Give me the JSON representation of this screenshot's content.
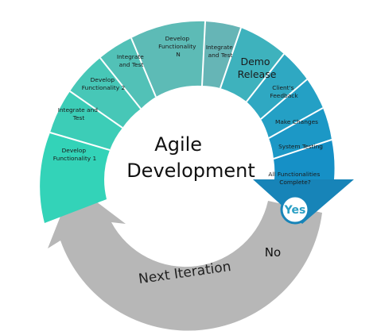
{
  "center_title": [
    "Agile",
    "Development"
  ],
  "colors": {
    "teal_1": "#33d3b8",
    "teal_2": "#3ccdb7",
    "teal_3": "#47c7b7",
    "teal_4": "#52c1b7",
    "teal_5": "#5dbbb6",
    "teal_6": "#66b5b6",
    "teal_7": "#3eb2bd",
    "teal_8": "#2fa8c2",
    "teal_9": "#24a0c5",
    "teal_10": "#1c98c6",
    "teal_11": "#1690c6",
    "arrow_head": "#1784b8",
    "gray_arrow": "#b7b7b7",
    "yes_circle": "#ffffff"
  },
  "segments": [
    {
      "label": [
        "Develop",
        "Functionality 1"
      ]
    },
    {
      "label": [
        "Integrate and",
        "Test"
      ]
    },
    {
      "label": [
        "Develop",
        "Functionality 2"
      ]
    },
    {
      "label": [
        "Integrate",
        "and Test"
      ]
    },
    {
      "label": [
        "Develop",
        "Functionality",
        "N"
      ]
    },
    {
      "label": [
        "Integrate",
        "and Test"
      ]
    },
    {
      "label": [
        "Demo",
        "Release"
      ]
    },
    {
      "label": [
        "Client's",
        "Feedback"
      ]
    },
    {
      "label": [
        "Make Changes"
      ]
    },
    {
      "label": [
        "System Testing"
      ]
    },
    {
      "label": [
        "All Functionalities",
        "Complete?"
      ]
    }
  ],
  "decision": {
    "yes": "Yes",
    "no": "No"
  },
  "loop_label": "Next Iteration"
}
